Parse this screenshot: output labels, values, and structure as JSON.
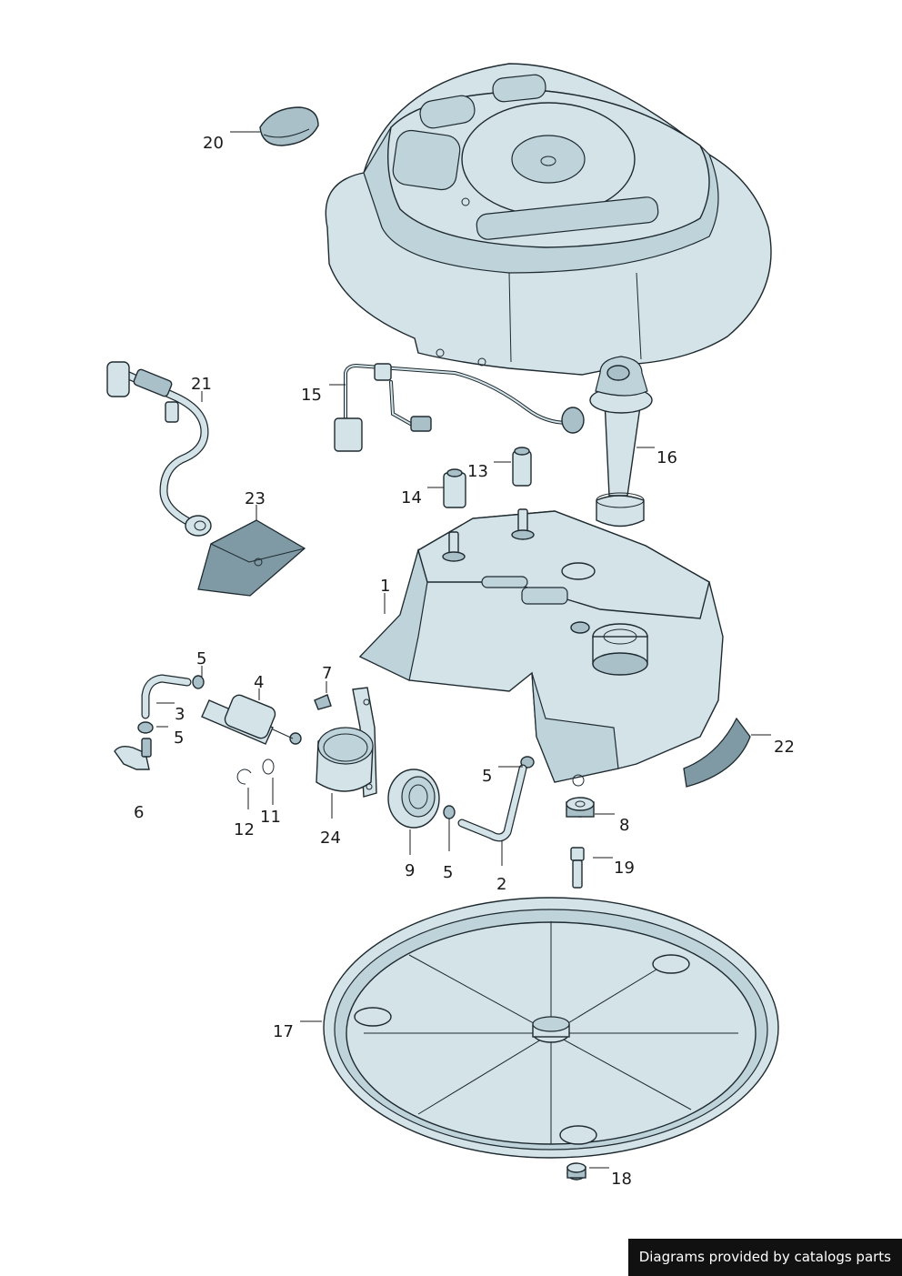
{
  "diagram": {
    "callouts": [
      {
        "id": "c1",
        "label": "1"
      },
      {
        "id": "c2",
        "label": "2"
      },
      {
        "id": "c3",
        "label": "3"
      },
      {
        "id": "c4",
        "label": "4"
      },
      {
        "id": "c5a",
        "label": "5"
      },
      {
        "id": "c5b",
        "label": "5"
      },
      {
        "id": "c5c",
        "label": "5"
      },
      {
        "id": "c5d",
        "label": "5"
      },
      {
        "id": "c6",
        "label": "6"
      },
      {
        "id": "c7",
        "label": "7"
      },
      {
        "id": "c8",
        "label": "8"
      },
      {
        "id": "c9",
        "label": "9"
      },
      {
        "id": "c11",
        "label": "11"
      },
      {
        "id": "c12",
        "label": "12"
      },
      {
        "id": "c13",
        "label": "13"
      },
      {
        "id": "c14",
        "label": "14"
      },
      {
        "id": "c15",
        "label": "15"
      },
      {
        "id": "c16",
        "label": "16"
      },
      {
        "id": "c17",
        "label": "17"
      },
      {
        "id": "c18",
        "label": "18"
      },
      {
        "id": "c19",
        "label": "19"
      },
      {
        "id": "c20",
        "label": "20"
      },
      {
        "id": "c21",
        "label": "21"
      },
      {
        "id": "c22",
        "label": "22"
      },
      {
        "id": "c23",
        "label": "23"
      },
      {
        "id": "c24",
        "label": "24"
      }
    ],
    "colors": {
      "part_fill": "#d3e3e8",
      "part_shadow": "#a9c0c9",
      "outline": "#1e2a30",
      "foam": "#7f9aa4"
    }
  },
  "footer": {
    "credit": "Diagrams provided by catalogs parts"
  }
}
